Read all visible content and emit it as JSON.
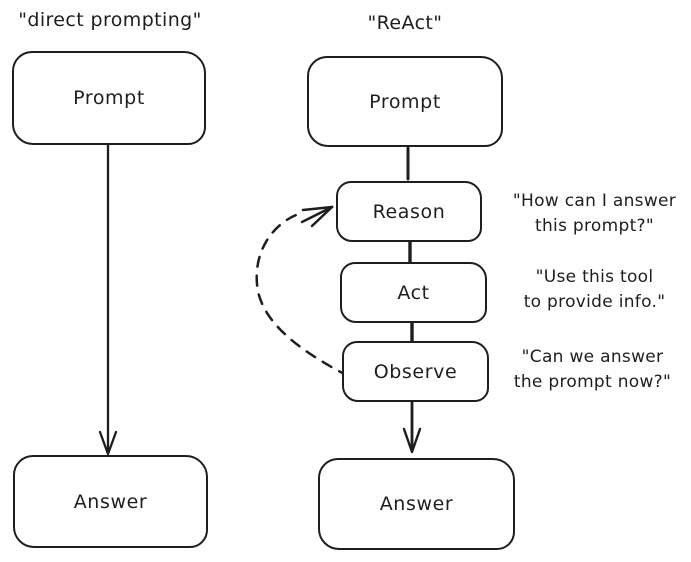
{
  "colors": {
    "stroke": "#1e1e1e",
    "background": "#ffffff"
  },
  "left_flow": {
    "title": "\"direct prompting\"",
    "prompt_label": "Prompt",
    "answer_label": "Answer"
  },
  "right_flow": {
    "title": "\"ReAct\"",
    "prompt_label": "Prompt",
    "reason_label": "Reason",
    "act_label": "Act",
    "observe_label": "Observe",
    "answer_label": "Answer"
  },
  "annotations": {
    "reason": "\"How can I answer\nthis prompt?\"",
    "act": "\"Use this tool\nto provide info.\"",
    "observe": "\"Can we answer\nthe prompt now?\""
  }
}
